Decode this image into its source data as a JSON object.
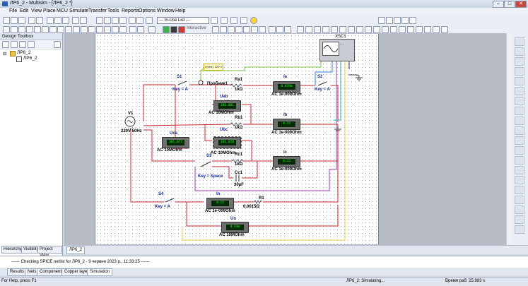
{
  "window": {
    "title": "ЛР6_2 - Multisim - [ЛР6_2 *]",
    "min": "–",
    "max": "□",
    "close": "✕"
  },
  "menu": [
    "File",
    "Edit",
    "View",
    "Place",
    "MCU",
    "Simulate",
    "Transfer",
    "Tools",
    "Reports",
    "Options",
    "Window",
    "Help"
  ],
  "toolbar": {
    "in_use_list": "--- In-Use List ---",
    "interactive": "Interactive"
  },
  "toolbox": {
    "title": "Design Toolbox",
    "tree_root": "ЛР6_2",
    "tree_child": "ЛР6_2",
    "tabs": [
      "Hierarchy",
      "Visibility",
      "Project View"
    ]
  },
  "doc_tab": "ЛР6_2",
  "components": {
    "XSC1": "XSC1",
    "probe": "V(rms): 220 V",
    "probe_name": "Пробник1",
    "S1": "S1",
    "S1_key": "Key = A",
    "S2": "S2",
    "S2_key": "Key = A",
    "S3": "S3",
    "S3_key": "Key = Space",
    "S4": "S4",
    "S4_key": "Key = A",
    "V1": "V1",
    "V1_val": "220V 50Hz",
    "Ra1": "Ra1",
    "Ra1_val": "1kΩ",
    "Rb1": "Rb1",
    "Rb1_val": "1kΩ",
    "Rc1": "Rc1",
    "Rc1_val": "1kΩ",
    "Cc1": "Cc1",
    "Cc1_val": "30µF",
    "R1": "R1",
    "R1_val": "0.0015Ω"
  },
  "meters": {
    "Ia": {
      "name": "Ia",
      "value": "0.039m",
      "mode": "AC  1e-009Ohm"
    },
    "Ib": {
      "name": "Ib",
      "value": "0.22",
      "mode": "AC  1e-009Ohm"
    },
    "Ic": {
      "name": "Ic",
      "value": "0.22",
      "mode": "AC  1e-009Ohm"
    },
    "In": {
      "name": "In",
      "value": "0.22",
      "mode": "AC  1e-009Ohm"
    },
    "Uab": {
      "name": "Uab",
      "value": "381.081",
      "mode": "AC  10MOhm"
    },
    "Uca": {
      "name": "Uca",
      "value": "381.077",
      "mode": "AC  10MOhm"
    },
    "Ubc": {
      "name": "Ubc",
      "value": "381.078",
      "mode": "AC  10MOhm"
    },
    "Un": {
      "name": "Un",
      "value": "0.03m",
      "mode": "AC  10MOhm"
    }
  },
  "output": {
    "line": "------ Checking SPICE netlist for ЛР6_2 - 9 червня 2023 р., 11:33:25 ------"
  },
  "output_tabs": [
    "Results",
    "Nets",
    "Components",
    "Copper layers",
    "Simulation"
  ],
  "status": {
    "left": "For Help, press F1",
    "mid": "ЛР6_2: Simulating...",
    "right": "Время раб: 25.983 s"
  }
}
